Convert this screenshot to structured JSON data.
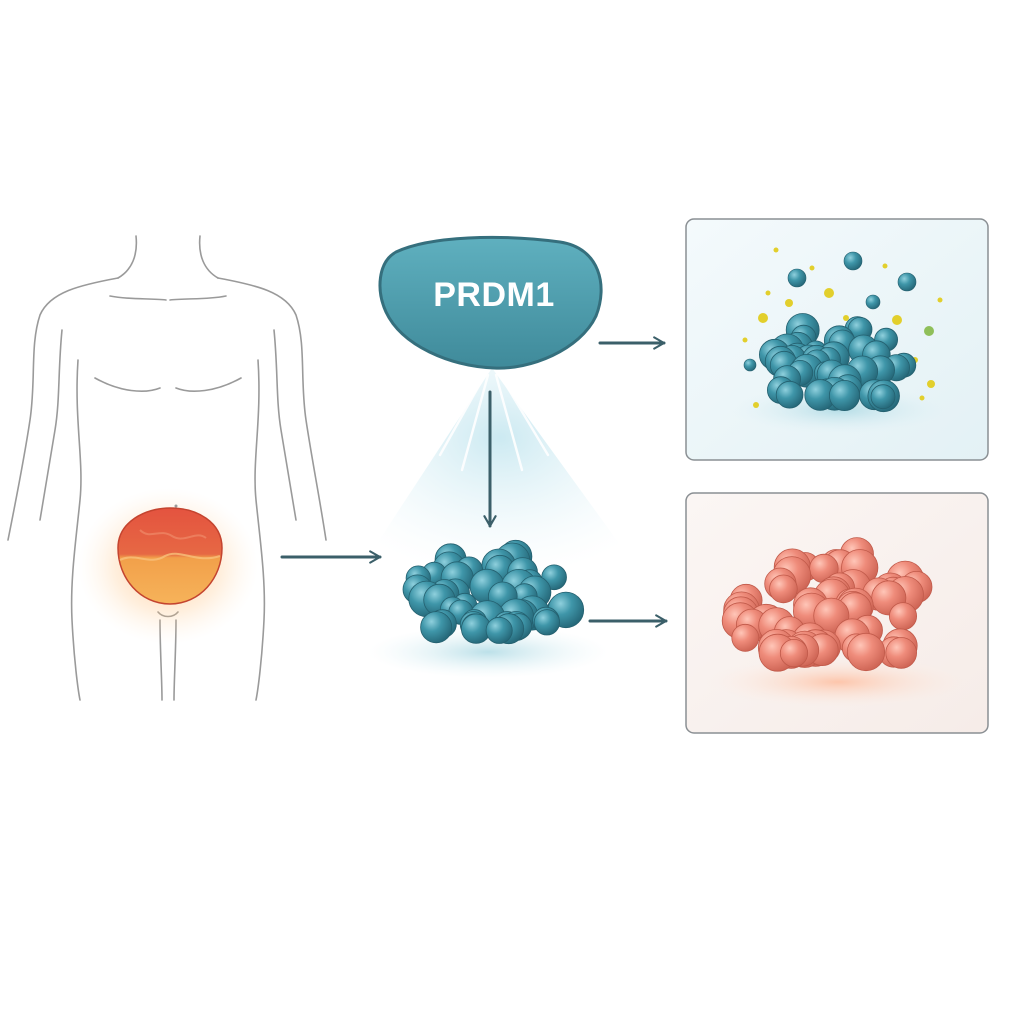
{
  "diagram": {
    "protein_label": "PRDM1",
    "colors": {
      "protein_fill": "#4f9fae",
      "protein_stroke": "#356f7d",
      "cluster_blue": "#3f93a6",
      "cluster_blue_dark": "#2d6f80",
      "cluster_salmon": "#ee8c7c",
      "cluster_salmon_dark": "#d9705f",
      "arrow": "#3b5f69",
      "body_outline": "#9a9a9a",
      "bladder_top": "#e4533f",
      "bladder_bottom": "#f2a04a",
      "particle_yellow": "#e2cf2c",
      "particle_green": "#8fbf5a",
      "panel_border": "#8a8f93"
    },
    "nodes": [
      "body-with-bladder-tumor",
      "prdm1-protein",
      "center-cell-cluster",
      "upper-outcome-panel",
      "lower-outcome-panel"
    ],
    "edges": [
      {
        "from": "body-with-bladder-tumor",
        "to": "center-cell-cluster"
      },
      {
        "from": "prdm1-protein",
        "to": "center-cell-cluster"
      },
      {
        "from": "prdm1-protein",
        "to": "upper-outcome-panel"
      },
      {
        "from": "center-cell-cluster",
        "to": "lower-outcome-panel"
      }
    ]
  }
}
